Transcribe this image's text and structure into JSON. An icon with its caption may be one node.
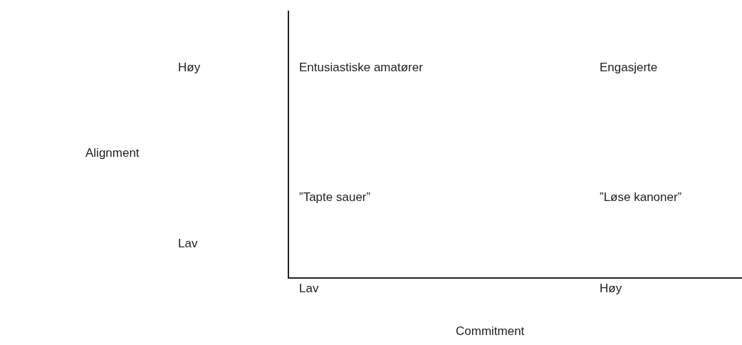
{
  "diagram": {
    "labels": [
      "Høy",
      "Entusiastiske amatører",
      "Engasjerte",
      "Alignment",
      "”Tapte sauer”",
      "”Løse kanoner”",
      "Lav",
      "Lav",
      "Høy",
      "Commitment"
    ]
  }
}
